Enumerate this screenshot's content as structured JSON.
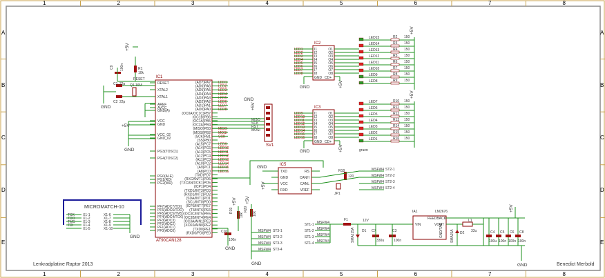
{
  "sheet": {
    "column_labels": [
      "1",
      "2",
      "3",
      "4",
      "5",
      "6",
      "7",
      "8"
    ],
    "row_labels": [
      "A",
      "B",
      "C",
      "D",
      "E"
    ],
    "title_left": "Lenkradplatine Raptor 2013",
    "title_right": "Benedict Merbold"
  },
  "mcu": {
    "name": "IC1",
    "part": "AT90CAN128",
    "left_pins": [
      "RESET",
      "XTAL2",
      "XTAL1",
      "AREF",
      "AVCC",
      "GND(A)",
      "VCC",
      "GND",
      "VCC_02",
      "GND_02",
      "PG3(TOSC1)",
      "PG4(TOSC2)",
      "PG0(ALE)",
      "PG1(RD)",
      "PG2(WR)",
      "PF7(ADC7/TDI)",
      "PF6(ADC6/TDO)",
      "PF5(ADC5/TMS)",
      "PF4(ADC4/TCK)",
      "PF3(ADC3)",
      "PF2(ADC2)",
      "PF1(ADC1)",
      "PF0(ADC0)"
    ],
    "right_pins": [
      "(AD7)PA7",
      "(AD6)PA6",
      "(AD5)PA5",
      "(AD4)PA4",
      "(AD3)PA3",
      "(AD2)PA2",
      "(AD1)PA1",
      "(AD0)PA0",
      "(OC0A/OC1C)PB7",
      "(OC1B)PB6",
      "(OC1A)PB5",
      "(OC2A)PB4",
      "(MISO)PB3",
      "(MOSI)PB2",
      "(SCK)PB1",
      "(SS)PB0",
      "(A15)PC7",
      "(A14)PC6",
      "(A13)PC5",
      "(A12)PC4",
      "(A11)PC3",
      "(A10)PC2",
      "(A9)PC1",
      "(A8)PC0",
      "(TXD)PD7",
      "(RXCAN/T1)PD6",
      "(TXCAN/XCK1)PD5",
      "(ICP1)PD4",
      "(TXD1/INT3)PD3",
      "(RXD1/INT2)PD2",
      "(SDA/INT1)PD1",
      "(SCL/INT0)PD0",
      "(ICP3/INT7)PE7",
      "(T3/INT6)PE6",
      "(OC3C/INT5)PE5",
      "(OC3B/INT4)PE4",
      "(OC3A/AIN1)PE3",
      "(XCK0/AIN0)PE2",
      "(TXD0)PE1",
      "(RXD0/PDI)PE0"
    ],
    "right_nets": [
      "LED1",
      "LED2",
      "LED3",
      "LED4",
      "LED5",
      "LED6",
      "LED7",
      "LED8",
      "",
      "",
      "",
      "",
      "MISO",
      "MOSI",
      "SCK",
      "",
      "LED9",
      "LED10",
      "LED11",
      "LED12",
      "LED13",
      "LED14",
      "LED15",
      "LED16"
    ]
  },
  "reset_circuit": {
    "vcc": "+5V",
    "resistor": "R1",
    "resistor_value": "10k",
    "cap": "C9",
    "cap_value": "100n",
    "net": "RESET"
  },
  "crystal": {
    "name": "Q1",
    "value": "16M",
    "c1": "C1",
    "c1_value": "22p",
    "c2": "C2",
    "c2_value": "22p",
    "gnd": "GND"
  },
  "power_pins": {
    "supply": "+5V",
    "gnd": "GND"
  },
  "isp": {
    "name": "SV1",
    "gnd": "GND",
    "vcc": "+5V",
    "pins": [
      "MISO",
      "SCK",
      "RST",
      "MOSI"
    ]
  },
  "driver_top": {
    "name": "IC2",
    "inputs": [
      "LED1",
      "LED2",
      "LED3",
      "LED4",
      "LED5",
      "LED6",
      "LED7",
      "LED8"
    ],
    "in_labels": [
      "I1",
      "I2",
      "I3",
      "I4",
      "I5",
      "I6",
      "I7",
      "I8"
    ],
    "out_labels": [
      "O1",
      "O2",
      "O3",
      "O4",
      "O5",
      "O6",
      "O7",
      "O8"
    ],
    "gnd_label": "GND",
    "cd_label": "CD+",
    "gnd": "GND",
    "vcc": "+5V"
  },
  "leds_top": {
    "leds": [
      "LED15",
      "LED14",
      "LED13",
      "LED12",
      "LED11",
      "LED10",
      "LED9",
      "LED8"
    ],
    "led_colors": [
      "green",
      "red",
      "red",
      "red",
      "red",
      "red",
      "green",
      "green"
    ],
    "resistors": [
      "R2",
      "R3",
      "R4",
      "R5",
      "R6",
      "R7",
      "R8",
      "R9"
    ],
    "resistor_values": [
      "150",
      "150",
      "150",
      "150",
      "150",
      "150",
      "150",
      "150"
    ],
    "supply": "+5V"
  },
  "driver_bottom": {
    "name": "IC3",
    "inputs": [
      "LED9",
      "LED10",
      "LED11",
      "LED12",
      "LED13",
      "LED14",
      "LED15",
      "LED16"
    ],
    "in_labels": [
      "I1",
      "I2",
      "I3",
      "I4",
      "I5",
      "I6",
      "I7",
      "I8"
    ],
    "out_labels": [
      "O1",
      "O2",
      "O3",
      "O4",
      "O5",
      "O6",
      "O7",
      "O8"
    ],
    "gnd_label": "GND",
    "cd_label": "CD+",
    "gnd": "GND",
    "vcc": "+5V"
  },
  "leds_bottom": {
    "leds": [
      "LED7",
      "LED6",
      "LED5",
      "LED4",
      "LED3",
      "LED2",
      "LED1"
    ],
    "led_colors": [
      "red",
      "red",
      "red",
      "red",
      "red",
      "red",
      "green"
    ],
    "resistors": [
      "R10",
      "R11",
      "R12",
      "R13",
      "R14",
      "R15",
      "R16"
    ],
    "resistor_values": [
      "150",
      "150",
      "150",
      "150",
      "150",
      "150",
      "150"
    ],
    "supply": "+5V",
    "bottom_label": "gruen"
  },
  "can": {
    "name": "IC5",
    "left_pins": [
      "TXD",
      "GND",
      "VCC",
      "RXD"
    ],
    "right_pins": [
      "RS",
      "CANH",
      "CANL",
      "VREF"
    ],
    "gnd": "GND",
    "vcc": "+5V",
    "jumper": "JP1",
    "res": "R18",
    "res_value": "120",
    "nets": [
      "MSFW4",
      "MSFW4",
      "MSFW4",
      "MSFW4"
    ],
    "st_labels": [
      "ST2-1",
      "ST2-2",
      "ST2-3",
      "ST2-4"
    ]
  },
  "micromatch": {
    "title": "MICROMATCH-10",
    "left_pins": [
      "X1-1",
      "X1-2",
      "X1-3",
      "X1-4",
      "X1-5"
    ],
    "right_pins": [
      "X1-6",
      "X1-7",
      "X1-8",
      "X1-9",
      "X1-10"
    ],
    "left_nets": [
      "TCK",
      "TDO",
      "TMS",
      "TDI",
      ""
    ],
    "gnd": "GND"
  },
  "jtag_power": {
    "c_name": "C10",
    "c_value": "100n",
    "r_names": [
      "R19",
      "R20"
    ],
    "r_values": [
      "10k",
      "10k"
    ],
    "vcc": "+5V",
    "gnd": "GND"
  },
  "buttons_bottom": {
    "nets": [
      "MSFW4",
      "MSFW4",
      "MSFW4",
      "MSFW4"
    ],
    "st_labels": [
      "ST3-1",
      "ST3-2",
      "ST3-3",
      "ST3-4"
    ],
    "gnd": "GND"
  },
  "power": {
    "inputs": [
      "ST1-1",
      "ST1-2",
      "ST1-3",
      "ST1-4"
    ],
    "nets": [
      "MSFW4",
      "MSFW4",
      "MSFW4",
      "MSFW4"
    ],
    "fuse": "F1",
    "v_label": "12V",
    "d_name": "D1",
    "d_part": "SMAJ15A",
    "c7": "C7",
    "c7_value": "330u",
    "c3": "C3",
    "c3_value": "100n",
    "reg_name": "IA1",
    "reg_part": "LM2676",
    "reg_pins_left": [
      "VIN"
    ],
    "reg_pins_right": [
      "FEEDBACK",
      "VOUT"
    ],
    "reg_pin_bottom": "GND/TAB",
    "l_name": "L1",
    "l_value": "33u",
    "d2_name": "D2",
    "d2_part": "SMAJ5A",
    "outputs": [
      "C4",
      "C5",
      "C6",
      "C8"
    ],
    "output_values": [
      "100u",
      "100n",
      "100n",
      "100n"
    ],
    "vout": "+5V",
    "gnd": "GND"
  }
}
